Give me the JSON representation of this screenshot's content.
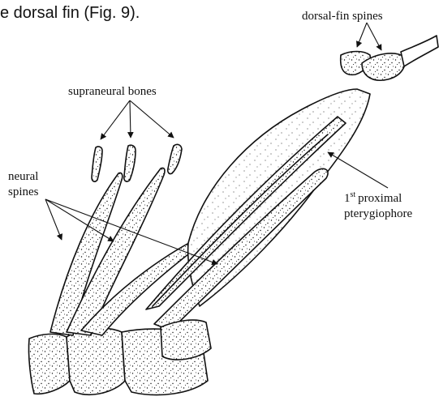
{
  "caption_fragment": "e dorsal fin (Fig. 9).",
  "labels": {
    "dorsal_fin_spines": "dorsal-fin spines",
    "supraneural_bones": "supraneural bones",
    "neural_spines_line1": "neural",
    "neural_spines_line2": "spines",
    "proximal_number": "1",
    "proximal_superscript": "st",
    "proximal_word": "proximal",
    "pterygiophore": "pterygiophore"
  },
  "colors": {
    "ink": "#111111",
    "paper": "#ffffff"
  }
}
